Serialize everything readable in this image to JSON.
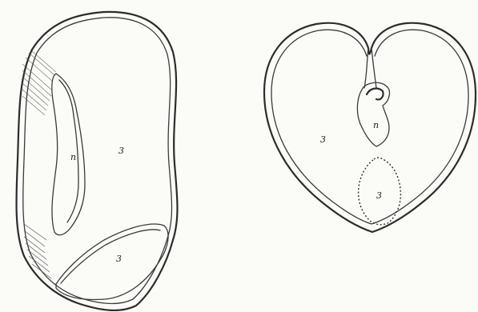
{
  "figures": [
    {
      "id": "left",
      "labels": [
        "n",
        "3",
        "3"
      ]
    },
    {
      "id": "right",
      "labels": [
        "3",
        "n",
        "3"
      ]
    }
  ]
}
